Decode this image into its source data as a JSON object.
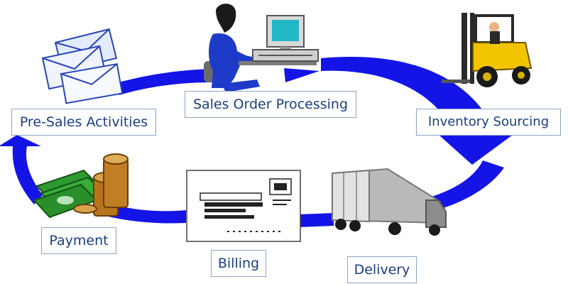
{
  "steps": {
    "pre_sales": "Pre-Sales Activities",
    "sales_order": "Sales Order Processing",
    "inventory": "Inventory Sourcing",
    "delivery": "Delivery",
    "billing": "Billing",
    "payment": "Payment"
  },
  "icons": {
    "pre_sales": "envelopes-icon",
    "sales_order": "computer-operator-icon",
    "inventory": "forklift-icon",
    "delivery": "truck-icon",
    "billing": "invoice-icon",
    "payment": "money-icon"
  },
  "colors": {
    "arrow": "#1414e6",
    "label_text": "#1b3f80",
    "label_border": "#8ea4c4"
  }
}
